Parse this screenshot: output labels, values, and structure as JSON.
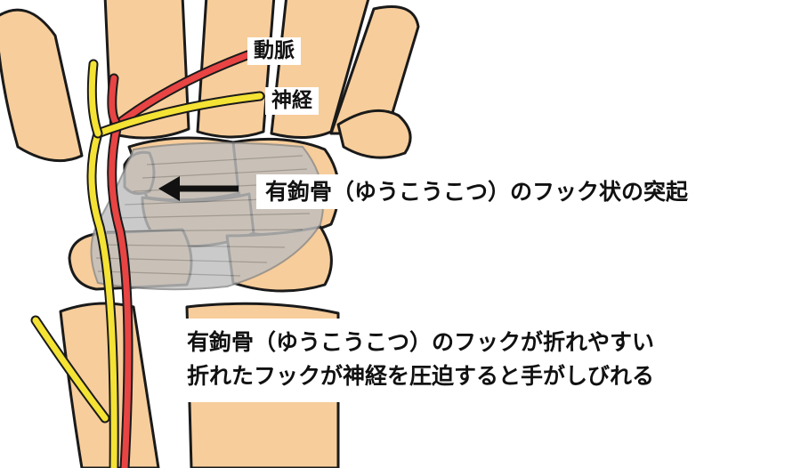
{
  "labels": {
    "artery": "動脈",
    "nerve": "神経",
    "hook": "有鉤骨（ゆうこうこつ）のフック状の突起"
  },
  "note_lines": [
    "有鉤骨（ゆうこうこつ）のフックが折れやすい",
    "折れたフックが神経を圧迫すると手がしびれる"
  ],
  "colors": {
    "bone": "#f7cd9b",
    "outline": "#1a1a1a",
    "artery": "#e84444",
    "nerve": "#f4e234",
    "ligament": "#bfbfbf",
    "arrow": "#111111"
  },
  "icons": {
    "pointer": "arrow-left-icon"
  }
}
